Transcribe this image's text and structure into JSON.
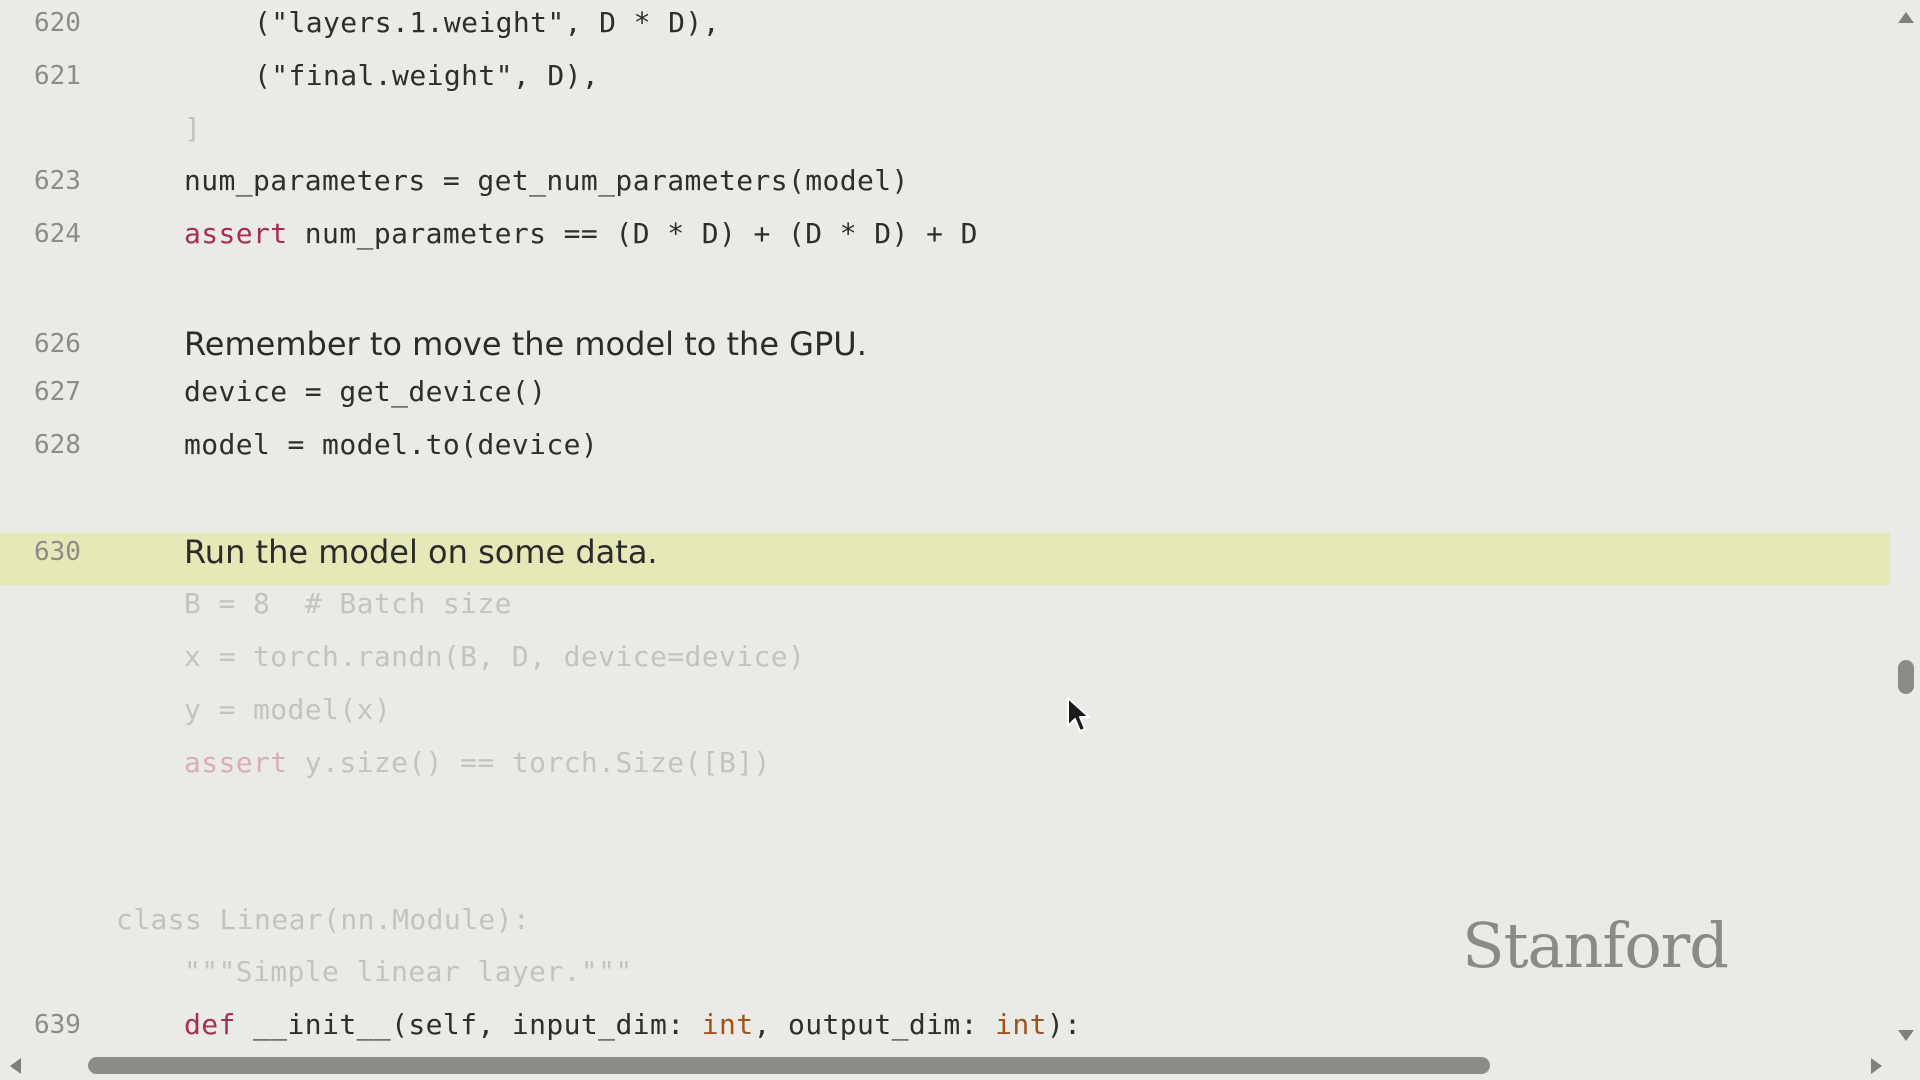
{
  "editor": {
    "lines": [
      {
        "num": "620",
        "parts": [
          {
            "t": "(\"layers.1.weight\", D * D),"
          }
        ]
      },
      {
        "num": "621",
        "parts": [
          {
            "t": "(\"final.weight\", D),"
          }
        ]
      },
      {
        "num": "",
        "parts": [
          {
            "t": "]"
          }
        ]
      },
      {
        "num": "623",
        "parts": [
          {
            "t": "num_parameters = get_num_parameters(model)"
          }
        ]
      },
      {
        "num": "624",
        "parts": [
          {
            "t": "assert",
            "k": "kw"
          },
          {
            "t": " num_parameters == (D * D) + (D * D) + D"
          }
        ]
      },
      {
        "num": "626",
        "prose": "Remember to move the model to the GPU."
      },
      {
        "num": "627",
        "parts": [
          {
            "t": "device = get_device()"
          }
        ]
      },
      {
        "num": "628",
        "parts": [
          {
            "t": "model = model.to(device)"
          }
        ]
      },
      {
        "num": "630",
        "prose": "Run the model on some data."
      },
      {
        "num": "",
        "parts": [
          {
            "t": "B = 8  # Batch size"
          }
        ]
      },
      {
        "num": "",
        "parts": [
          {
            "t": "x = torch.randn(B, D, device=device)"
          }
        ]
      },
      {
        "num": "",
        "parts": [
          {
            "t": "y = model(x)"
          }
        ]
      },
      {
        "num": "",
        "parts": [
          {
            "t": "assert",
            "k": "kw"
          },
          {
            "t": " y.size() == torch.Size([B])"
          }
        ]
      },
      {
        "num": "",
        "parts": [
          {
            "t": "class Linear(nn.Module):"
          }
        ]
      },
      {
        "num": "",
        "parts": [
          {
            "t": "\"\"\"Simple linear layer.\"\"\""
          }
        ]
      },
      {
        "num": "639",
        "parts": [
          {
            "t": "def",
            "k": "kw"
          },
          {
            "t": " __init__(self, input_dim: "
          },
          {
            "t": "int",
            "k": "ty"
          },
          {
            "t": ", output_dim: "
          },
          {
            "t": "int",
            "k": "ty"
          },
          {
            "t": "):"
          }
        ]
      }
    ]
  },
  "watermark": {
    "text": "Stanford"
  },
  "colors": {
    "background": "#eaeae7",
    "highlight": "#e5e9b8",
    "keyword": "#a9304d",
    "type": "#a0541c"
  },
  "icons": {
    "cursor": "arrow-pointer-icon",
    "scroll_up": "triangle-up-icon",
    "scroll_down": "triangle-down-icon",
    "scroll_left": "triangle-left-icon",
    "scroll_right": "triangle-right-icon"
  }
}
